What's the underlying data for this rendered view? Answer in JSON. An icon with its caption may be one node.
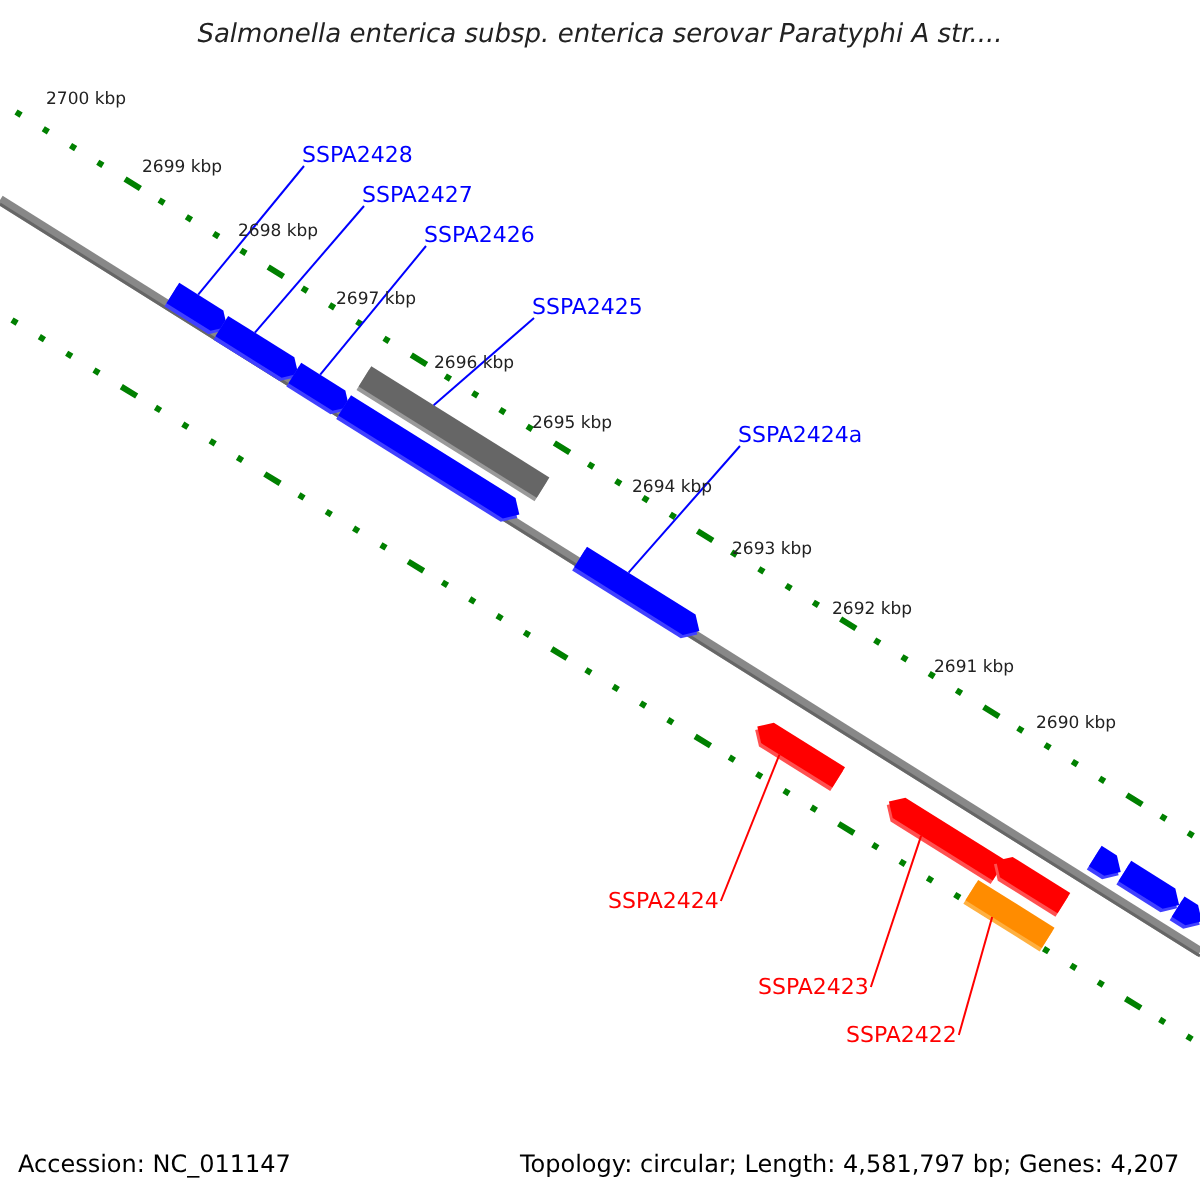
{
  "diagram": {
    "title": "Salmonella enterica subsp. enterica serovar Paratyphi A str....",
    "nodes": [
      {
        "text": [
          "SSPA2428"
        ]
      },
      {
        "text": [
          "SSPA2427"
        ]
      },
      {
        "text": [
          "SSPA2426"
        ]
      },
      {
        "text": [
          "SSPA2425"
        ]
      },
      {
        "text": [
          "SSPA2424a"
        ]
      },
      {
        "text": [
          "SSPA2424"
        ]
      },
      {
        "text": [
          "SSPA2423"
        ]
      },
      {
        "text": [
          "SSPA2422"
        ]
      },
      {
        "text": [],
        "shape": "bar"
      },
      {
        "text": [],
        "shape": "bar"
      },
      {
        "text": [],
        "shape": "bar"
      },
      {
        "text": [],
        "shape": "bar"
      },
      {
        "text": [],
        "shape": "bar"
      },
      {
        "text": [],
        "shape": "bar"
      },
      {
        "text": [],
        "shape": "bar"
      },
      {
        "text": [],
        "shape": "bar"
      },
      {
        "text": [],
        "shape": "bar"
      },
      {
        "text": [],
        "shape": "bar"
      },
      {
        "text": [],
        "shape": "bar"
      },
      {
        "text": [],
        "shape": "bar"
      },
      {
        "text": [],
        "shape": "bar"
      }
    ],
    "edges": [
      {
        "from": 0,
        "to": 8,
        "arrow": "none"
      },
      {
        "from": 1,
        "to": 9,
        "arrow": "none"
      },
      {
        "from": 2,
        "to": 10,
        "arrow": "none"
      },
      {
        "from": 3,
        "to": 11,
        "arrow": "none"
      },
      {
        "from": 4,
        "to": 13,
        "arrow": "none"
      },
      {
        "from": 5,
        "to": 14,
        "arrow": "none",
        "color": "#ff0000"
      },
      {
        "from": 6,
        "to": 15,
        "arrow": "none",
        "color": "#ff0000"
      },
      {
        "from": 7,
        "to": 17,
        "arrow": "none",
        "color": "#ff0000"
      }
    ],
    "labels": [
      "2700 kbp",
      "2699 kbp",
      "2698 kbp",
      "2697 kbp",
      "2696 kbp",
      "2695 kbp",
      "2694 kbp",
      "2693 kbp",
      "2692 kbp",
      "2691 kbp",
      "2690 kbp",
      "Accession: NC_011147",
      "Topology: circular; Length: 4,581,797 bp; Genes: 4,207"
    ]
  }
}
